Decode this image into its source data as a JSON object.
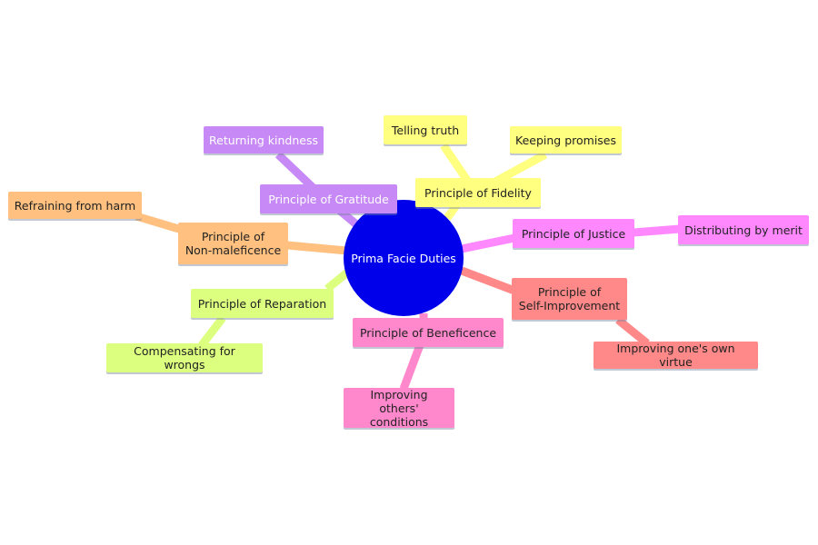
{
  "root": {
    "label": "Prima Facie Duties",
    "color": "#0000ea"
  },
  "branches": [
    {
      "id": "gratitude",
      "label": "Principle of Gratitude",
      "color": "#c689f5",
      "children": [
        {
          "label": "Returning kindness"
        }
      ]
    },
    {
      "id": "fidelity",
      "label": "Principle of Fidelity",
      "color": "#ffff80",
      "children": [
        {
          "label": "Telling truth"
        },
        {
          "label": "Keeping promises"
        }
      ]
    },
    {
      "id": "justice",
      "label": "Principle of Justice",
      "color": "#ff88ff",
      "children": [
        {
          "label": "Distributing by merit"
        }
      ]
    },
    {
      "id": "self-improvement",
      "label": "Principle of\nSelf-Improvement",
      "color": "#ff8888",
      "children": [
        {
          "label": "Improving one's own virtue"
        }
      ]
    },
    {
      "id": "beneficence",
      "label": "Principle of Beneficence",
      "color": "#ff88cc",
      "children": [
        {
          "label": "Improving others'\nconditions"
        }
      ]
    },
    {
      "id": "reparation",
      "label": "Principle of Reparation",
      "color": "#ddff80",
      "children": [
        {
          "label": "Compensating for wrongs"
        }
      ]
    },
    {
      "id": "non-maleficence",
      "label": "Principle of\nNon-maleficence",
      "color": "#ffc080",
      "children": [
        {
          "label": "Refraining from harm"
        }
      ]
    }
  ]
}
